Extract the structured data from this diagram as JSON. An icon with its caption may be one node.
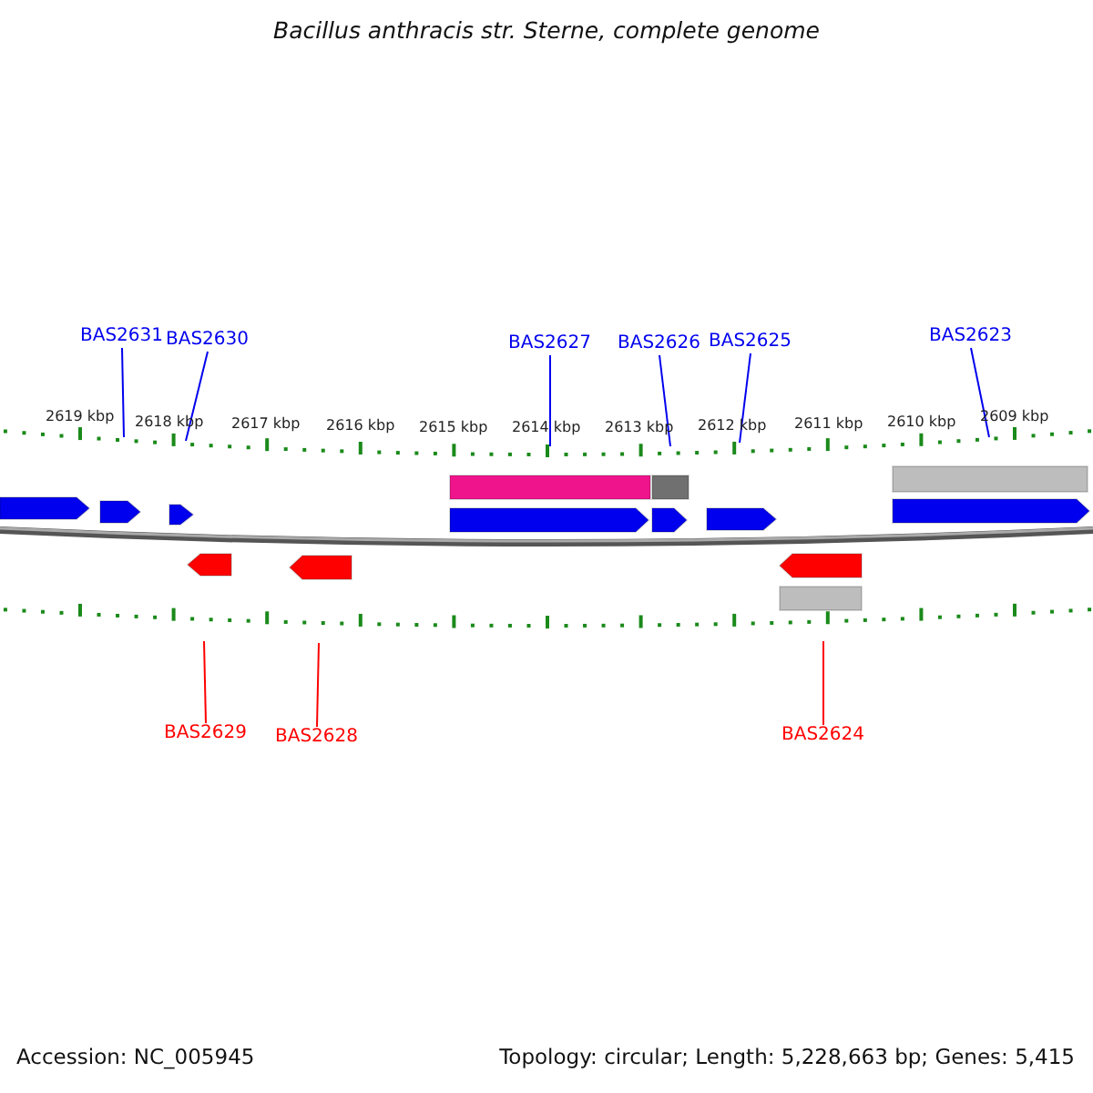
{
  "diagram": {
    "title": "Bacillus anthracis str. Sterne, complete genome",
    "nodes": [
      {
        "text": [
          "BAS2631"
        ]
      },
      {
        "text": [
          "BAS2630"
        ]
      },
      {
        "text": [
          "BAS2627"
        ]
      },
      {
        "text": [
          "BAS2626"
        ]
      },
      {
        "text": [
          "BAS2625"
        ]
      },
      {
        "text": [
          "BAS2623"
        ]
      },
      {
        "text": [
          "BAS2629"
        ]
      },
      {
        "text": [
          "BAS2628"
        ]
      },
      {
        "text": [
          "BAS2624"
        ]
      },
      {
        "text": [],
        "shape": "picture"
      }
    ],
    "edges": [
      {
        "from": 0,
        "to": 9,
        "arrow": "none"
      },
      {
        "from": 1,
        "to": 9,
        "arrow": "none"
      },
      {
        "from": 2,
        "to": 9,
        "arrow": "none"
      },
      {
        "from": 3,
        "to": 9,
        "arrow": "none"
      },
      {
        "from": 4,
        "to": 9,
        "arrow": "none"
      },
      {
        "from": 5,
        "to": 9,
        "arrow": "none"
      },
      {
        "from": 6,
        "to": 9,
        "arrow": "none",
        "color": "#ff0000"
      },
      {
        "from": 7,
        "to": 9,
        "arrow": "none",
        "color": "#ff0000"
      },
      {
        "from": 8,
        "to": 9,
        "arrow": "none",
        "color": "#ff0000"
      }
    ],
    "labels": [
      "2619 kbp",
      "2618 kbp",
      "2617 kbp",
      "2616 kbp",
      "2615 kbp",
      "2614 kbp",
      "2613 kbp",
      "2612 kbp",
      "2611 kbp",
      "2610 kbp",
      "2609 kbp",
      "Accession: NC_005945",
      "Topology: circular; Length: 5,228,663 bp; Genes: 5,415"
    ]
  }
}
